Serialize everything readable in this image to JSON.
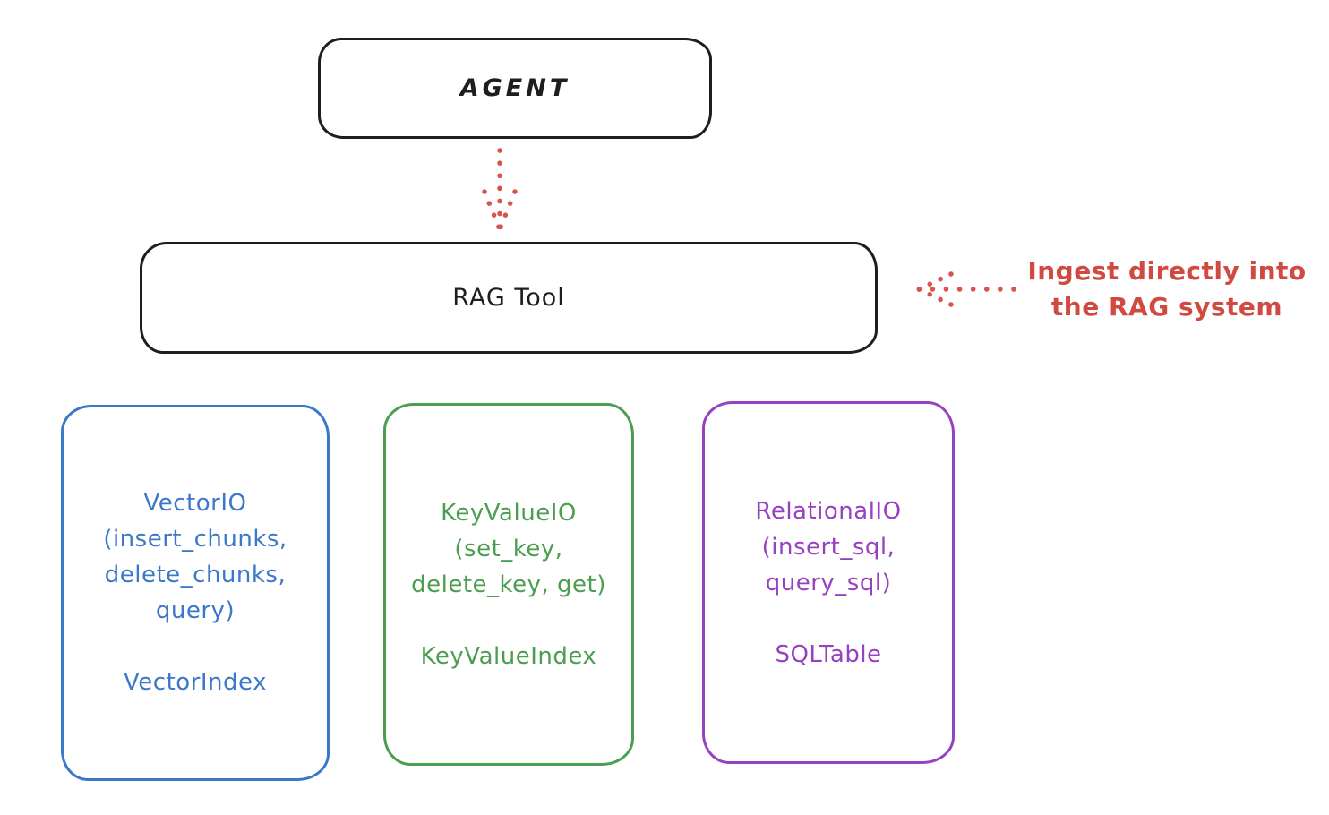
{
  "diagram": {
    "agent": {
      "label": "AGENT"
    },
    "rag_tool": {
      "label": "RAG Tool"
    },
    "annotation": {
      "line1": "Ingest directly into",
      "line2": "the RAG system",
      "color": "#d04a42"
    },
    "arrows": [
      {
        "name": "agent-to-ragtool",
        "style": "dotted",
        "direction": "down",
        "color": "#d9534e"
      },
      {
        "name": "annotation-to-ragtool",
        "style": "dotted",
        "direction": "left",
        "color": "#d9534e"
      }
    ],
    "stores": [
      {
        "title": "VectorIO",
        "methods": [
          "(insert_chunks,",
          "delete_chunks,",
          "query)"
        ],
        "index": "VectorIndex",
        "color": "#3b78c9"
      },
      {
        "title": "KeyValueIO",
        "methods": [
          "(set_key,",
          "delete_key, get)"
        ],
        "index": "KeyValueIndex",
        "color": "#4b9e4f"
      },
      {
        "title": "RelationalIO",
        "methods": [
          "(insert_sql,",
          "query_sql)"
        ],
        "index": "SQLTable",
        "color": "#9741c1"
      }
    ],
    "colors": {
      "stroke": "#1e1e1e",
      "background": "#ffffff",
      "red": "#d04a42",
      "blue": "#3b78c9",
      "green": "#4b9e4f",
      "purple": "#9741c1"
    }
  }
}
